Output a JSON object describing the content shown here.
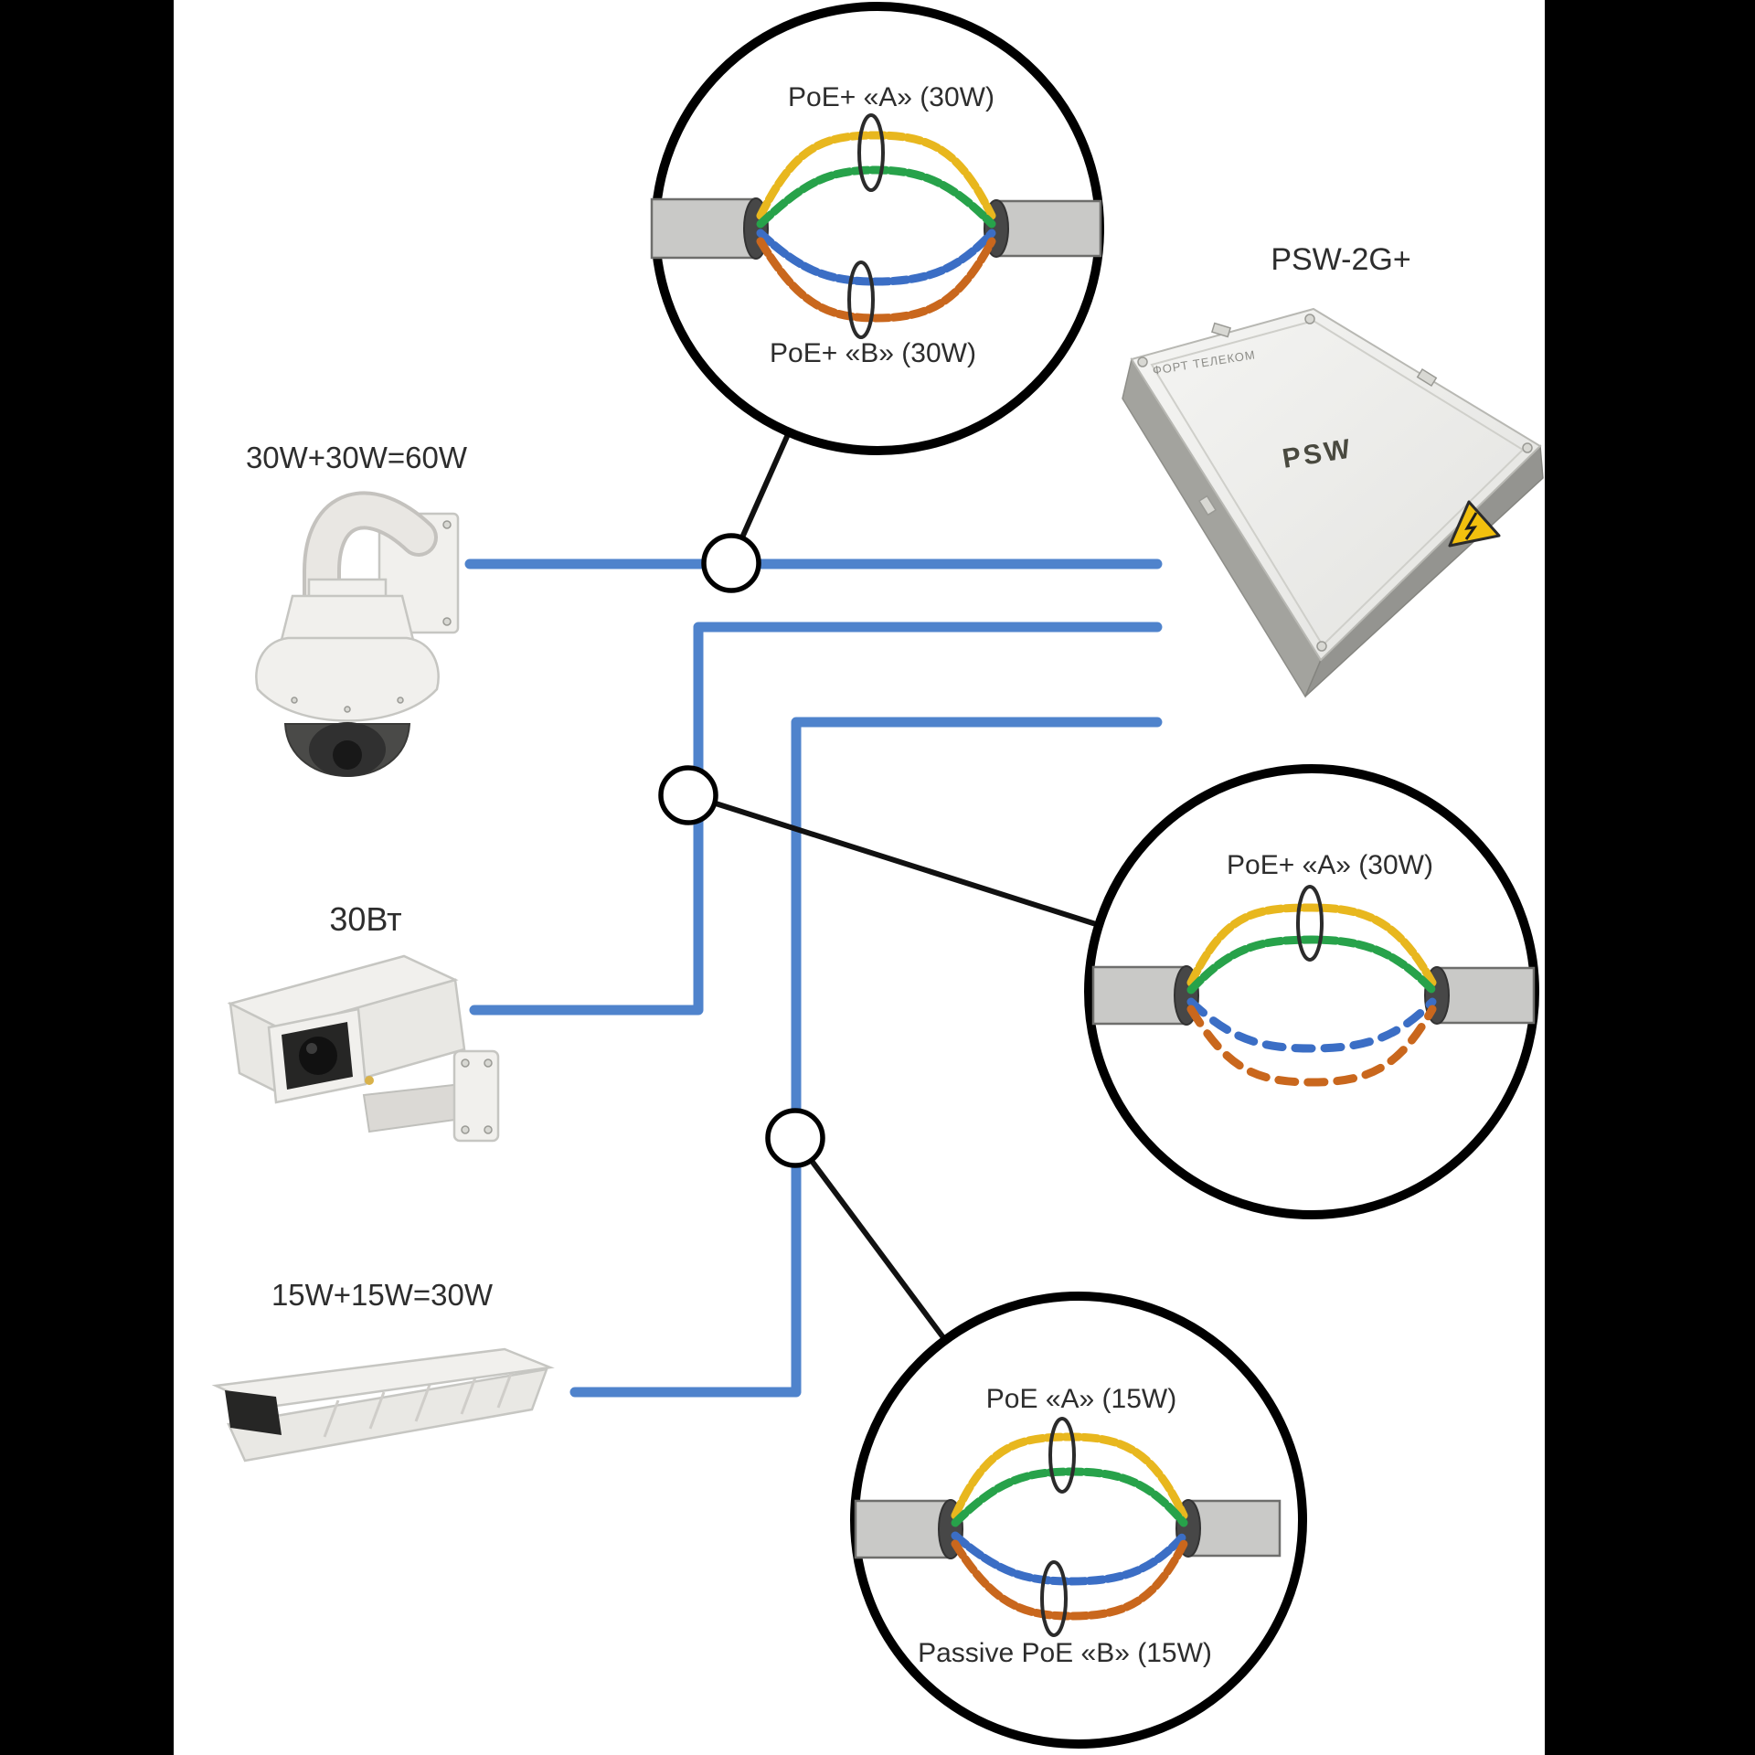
{
  "frame": {
    "background": "#ffffff",
    "letterbox_color": "#000000"
  },
  "switch": {
    "label": "PSW-2G+",
    "lid_text": "PSW",
    "brand": "ФОРТ ТЕЛЕКОМ",
    "warning_color": "#f2c00e"
  },
  "cameras": [
    {
      "name": "ptz-dome-camera",
      "label": "30W+30W=60W"
    },
    {
      "name": "box-camera",
      "label": "30Вт"
    },
    {
      "name": "outdoor-housing-camera",
      "label": "15W+15W=30W"
    }
  ],
  "connections": {
    "color": "#4f83cc"
  },
  "insets": [
    {
      "label_top": "PoE+ «A» (30W)",
      "label_bottom": "PoE+ «B» (30W)"
    },
    {
      "label_top": "PoE+ «A» (30W)",
      "label_bottom": ""
    },
    {
      "label_top": "PoE «A» (15W)",
      "label_bottom": "Passive PoE «B» (15W)"
    }
  ],
  "wires": {
    "yellow": "#e8b71e",
    "green": "#27a24a",
    "blue": "#3b6ec5",
    "orange": "#c9671d"
  }
}
